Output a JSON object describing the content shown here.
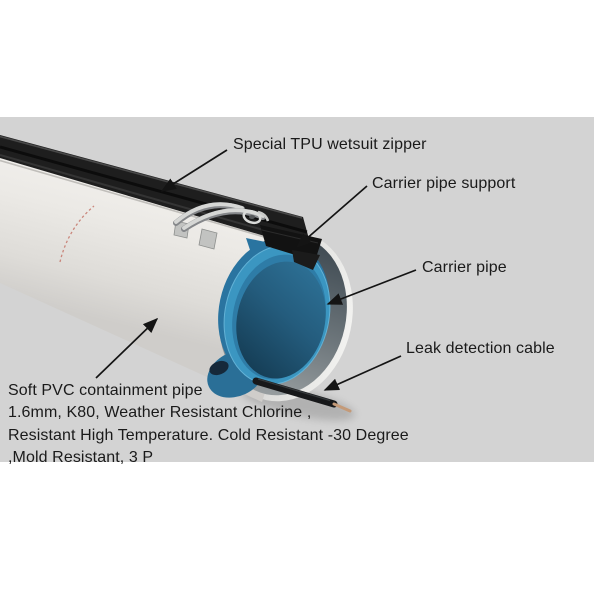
{
  "figure": {
    "type": "annotated-product-diagram",
    "panel_bg": "#d3d3d3",
    "labels": {
      "zipper": "Special TPU wetsuit zipper",
      "support": "Carrier pipe support",
      "carrier": "Carrier pipe",
      "leak_cable": "Leak detection cable",
      "containment": "Soft PVC containment pipe"
    },
    "spec_lines": [
      "1.6mm, K80, Weather Resistant Chlorine ,",
      "Resistant High Temperature. Cold Resistant -30 Degree",
      ",Mold Resistant, 3 P"
    ],
    "colors": {
      "carrier_pipe_blue": "#3b96c1",
      "support_blue": "#2a74a0",
      "bore_dark_blue": "#153d55",
      "containment_white": "#eceae6",
      "zipper_black": "#1e1e1e",
      "metal_clip_silver": "#d6d7d5",
      "cable_black": "#17181a",
      "cable_wire_tip": "#c49a78"
    }
  }
}
